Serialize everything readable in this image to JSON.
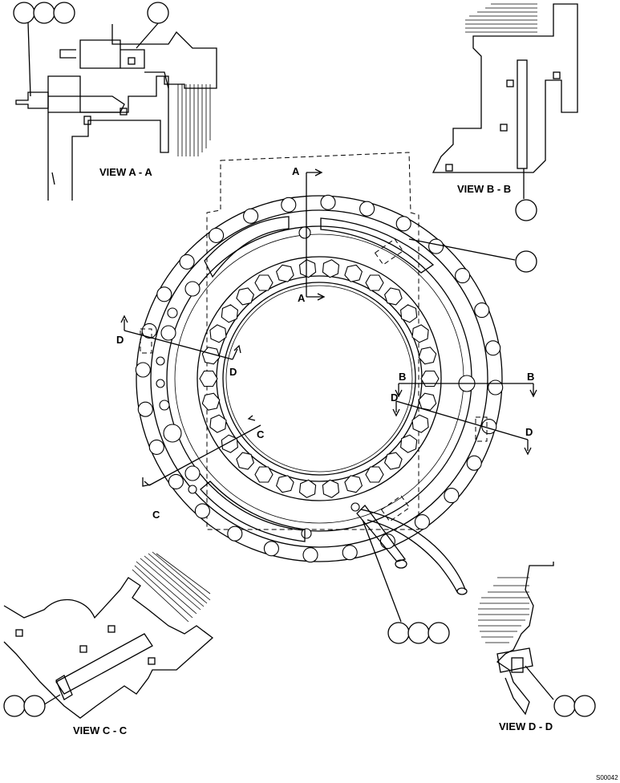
{
  "views": {
    "aa": "VIEW A - A",
    "bb": "VIEW B - B",
    "cc": "VIEW C - C",
    "dd": "VIEW D - D"
  },
  "section_markers": {
    "a_top": "A",
    "a_bottom": "A",
    "b_left": "B",
    "b_right": "B",
    "c_upper": "C",
    "c_lower": "C",
    "d_upper_left": "D",
    "d_lower_left": "D",
    "d_upper_right": "D",
    "d_lower_right": "D"
  },
  "drawing_code": "S00042"
}
